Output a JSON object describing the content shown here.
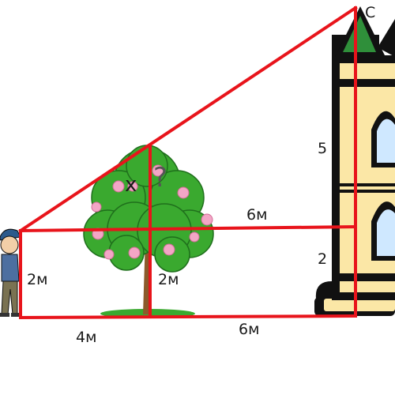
{
  "labels": {
    "person_height": "2м",
    "tree_below": "2м",
    "tree_unknown": "x",
    "question_mark": "?",
    "bottom_left": "4м",
    "bottom_right": "6м",
    "middle_distance": "6м",
    "castle_upper": "5",
    "castle_lower": "2",
    "top_corner": "C"
  },
  "colors": {
    "lines": "#e8141b",
    "tree_leaves": "#3aa92f",
    "blossoms": "#f3a6c6",
    "castle_wall": "#fbe7a6",
    "castle_outline": "#111111",
    "roof": "#2f8f3a",
    "windows": "#cfe8ff"
  }
}
